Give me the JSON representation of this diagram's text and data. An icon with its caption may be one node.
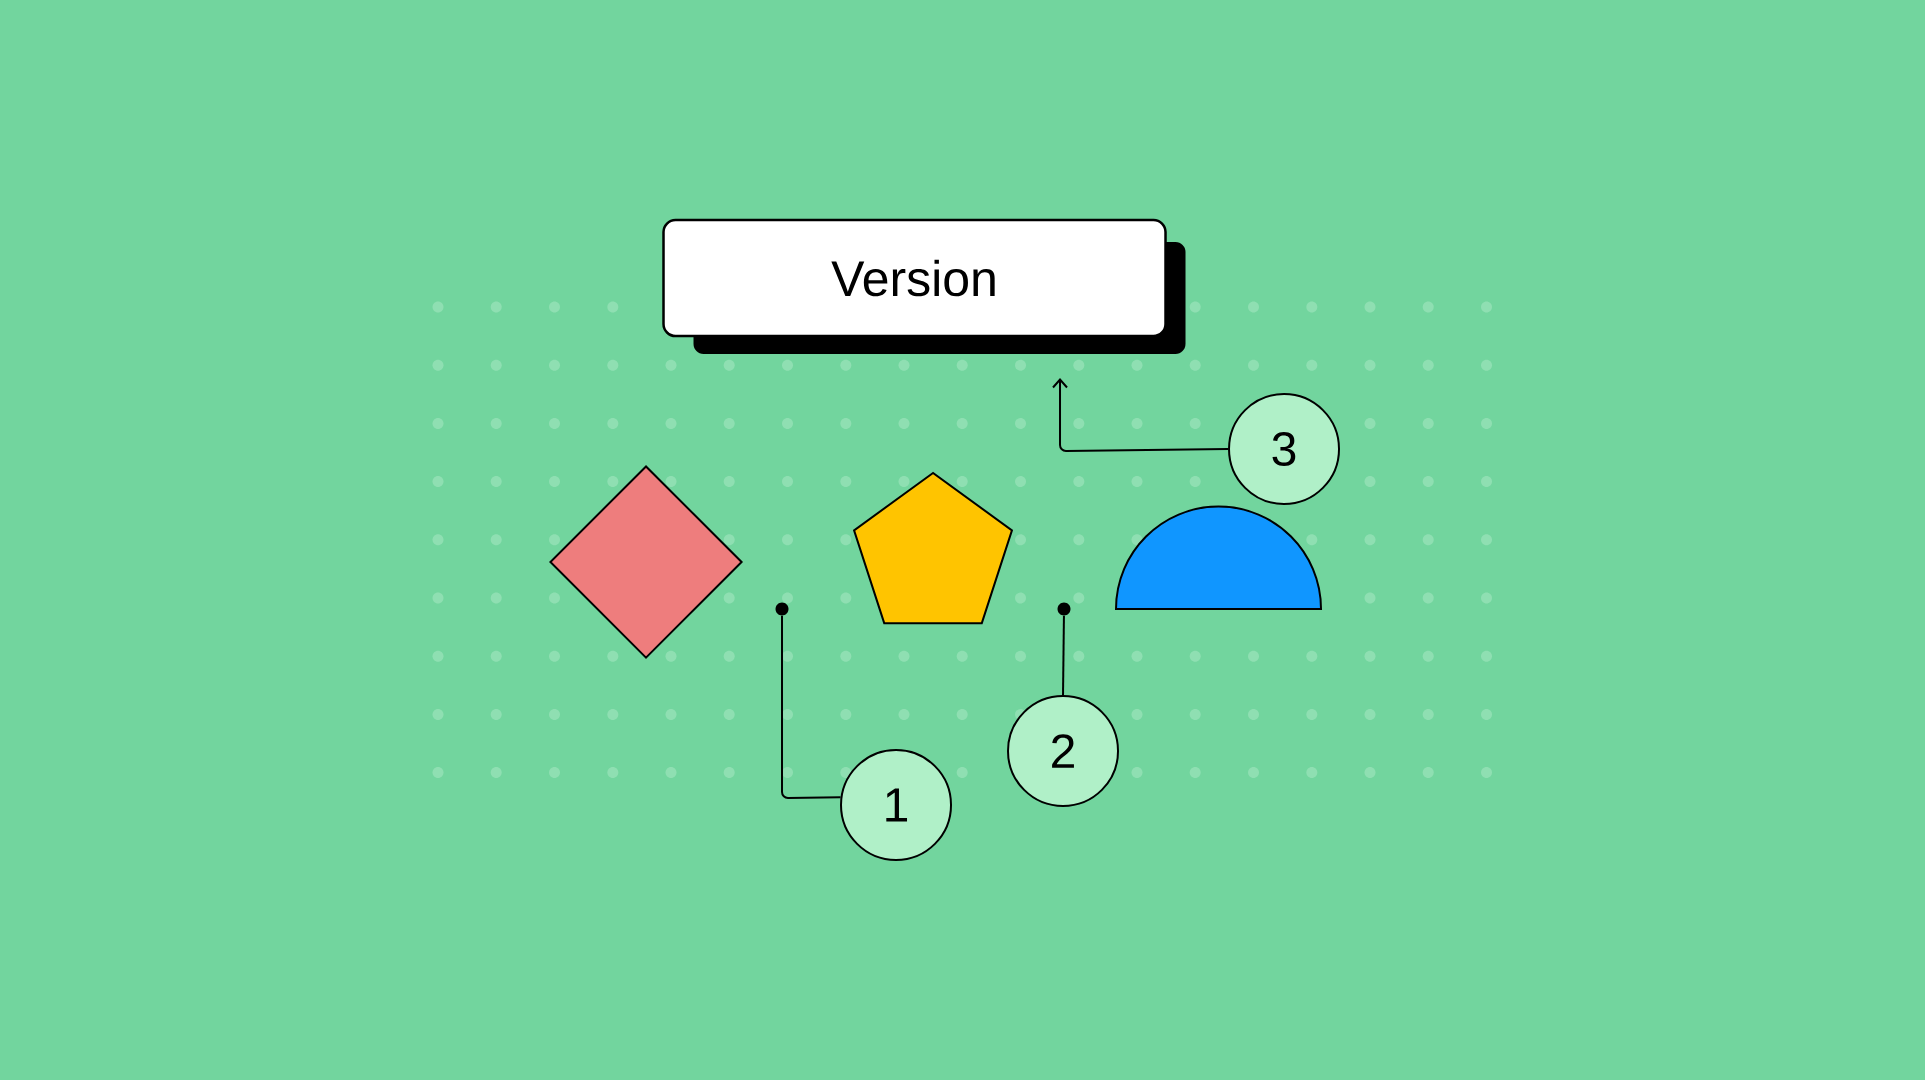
{
  "diagram": {
    "nodes": [
      {
        "text": [
          "Version"
        ]
      },
      {
        "text": [
          "3"
        ]
      },
      {
        "text": [],
        "shape": "diamond"
      },
      {
        "text": [],
        "shape": "pentagon"
      },
      {
        "text": [],
        "shape": "semicircle"
      },
      {
        "text": [
          "2"
        ]
      },
      {
        "text": [
          "1"
        ]
      },
      {
        "text": [],
        "shape": "dot"
      },
      {
        "text": [],
        "shape": "dot"
      }
    ],
    "edges": [
      {
        "from": 6,
        "to": 7,
        "arrow": "none"
      },
      {
        "from": 5,
        "to": 8,
        "arrow": "none"
      },
      {
        "from": 1,
        "to": null,
        "arrow": "to"
      }
    ]
  }
}
